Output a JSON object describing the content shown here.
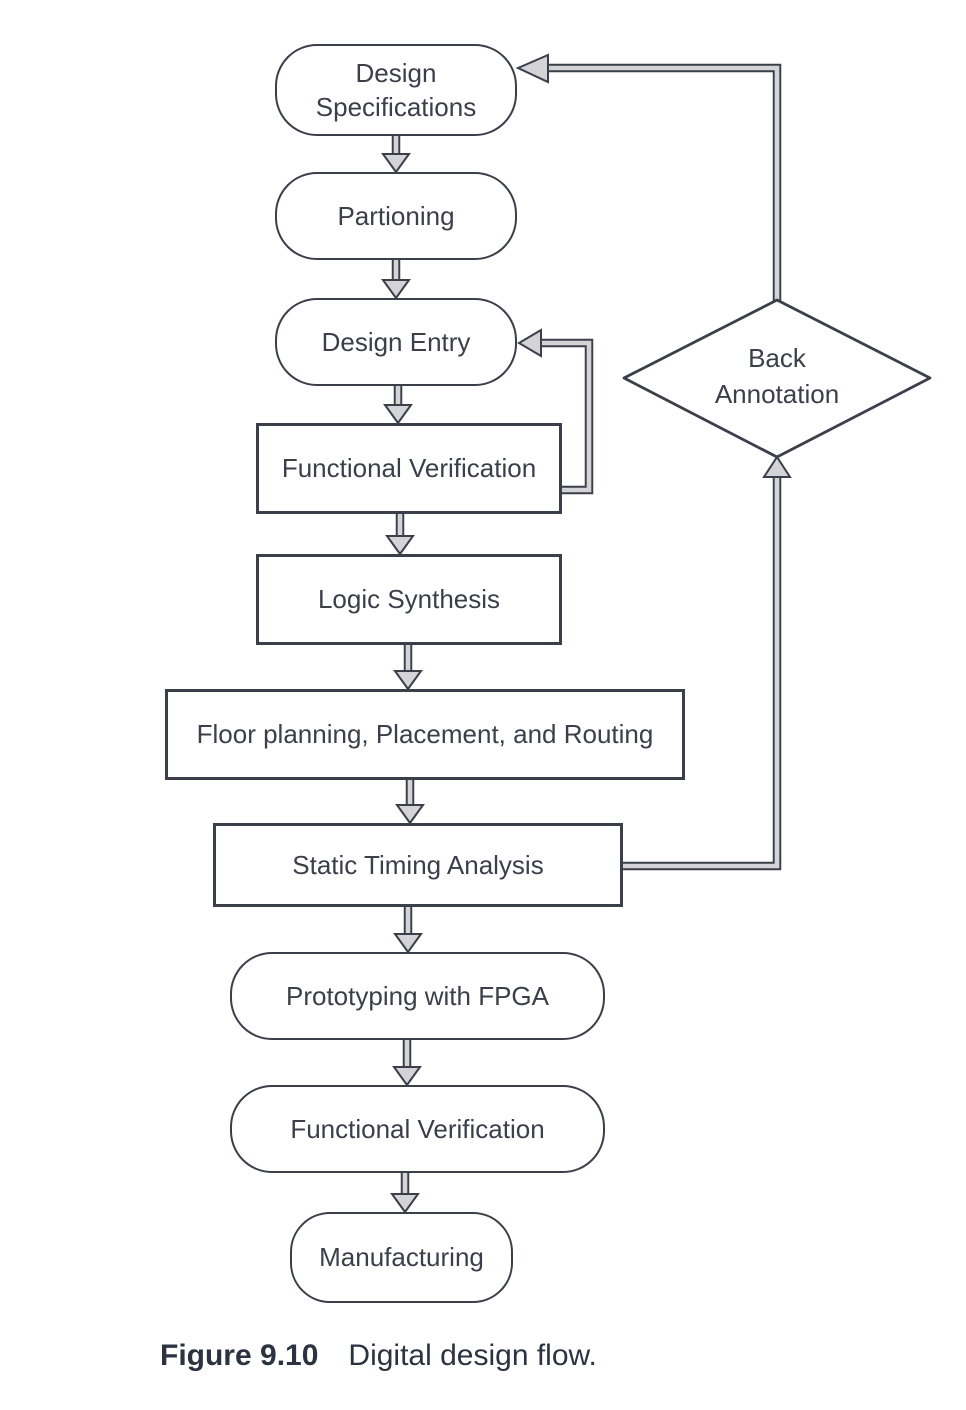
{
  "figure": {
    "caption_label": "Figure 9.10",
    "caption_text": "Digital design flow."
  },
  "colors": {
    "line": "#3a3f49",
    "arrow_fill": "#d4d4d8",
    "text": "#3a3f49",
    "caption": "#2c3340",
    "background": "#ffffff"
  },
  "nodes": {
    "design_specifications": "Design Specifications",
    "partioning": "Partioning",
    "design_entry": "Design Entry",
    "functional_verification_1": "Functional Verification",
    "logic_synthesis": "Logic Synthesis",
    "floor_planning": "Floor planning, Placement, and Routing",
    "static_timing_analysis": "Static Timing Analysis",
    "prototyping_with_fpga": "Prototyping with FPGA",
    "functional_verification_2": "Functional Verification",
    "manufacturing": "Manufacturing",
    "back_annotation": "Back Annotation"
  },
  "edges": [
    {
      "from": "Design Specifications",
      "to": "Partioning"
    },
    {
      "from": "Partioning",
      "to": "Design Entry"
    },
    {
      "from": "Design Entry",
      "to": "Functional Verification"
    },
    {
      "from": "Functional Verification",
      "to": "Design Entry",
      "type": "feedback"
    },
    {
      "from": "Functional Verification",
      "to": "Logic Synthesis"
    },
    {
      "from": "Logic Synthesis",
      "to": "Floor planning, Placement, and Routing"
    },
    {
      "from": "Floor planning, Placement, and Routing",
      "to": "Static Timing Analysis"
    },
    {
      "from": "Static Timing Analysis",
      "to": "Back Annotation",
      "type": "feedback"
    },
    {
      "from": "Back Annotation",
      "to": "Design Specifications",
      "type": "feedback"
    },
    {
      "from": "Static Timing Analysis",
      "to": "Prototyping with FPGA"
    },
    {
      "from": "Prototyping with FPGA",
      "to": "Functional Verification"
    },
    {
      "from": "Functional Verification",
      "to": "Manufacturing"
    }
  ]
}
